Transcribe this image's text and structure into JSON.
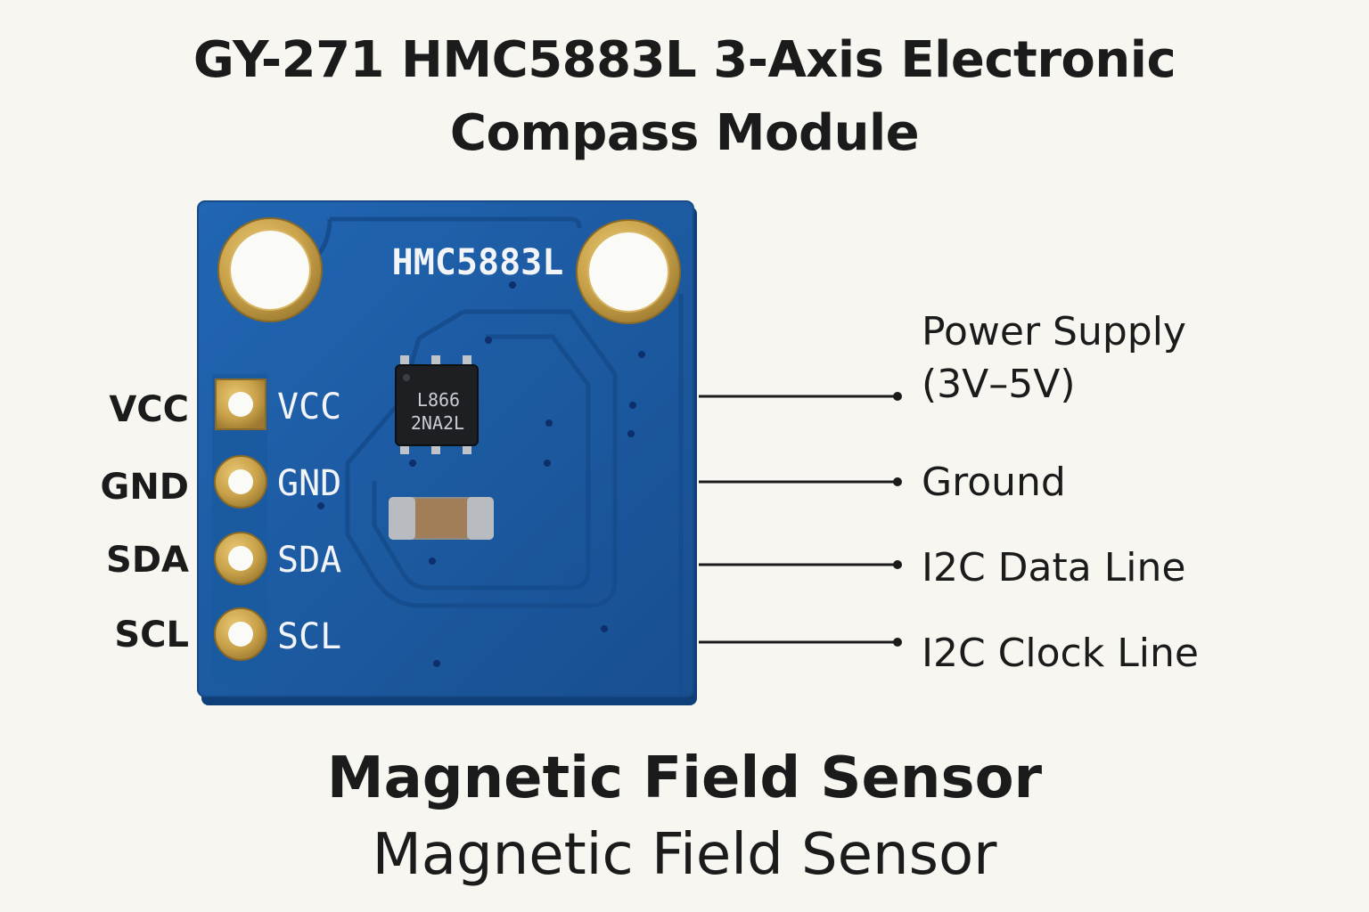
{
  "title": {
    "line1": "GY-271 HMC5883L 3-Axis Electronic",
    "line2": "Compass Module"
  },
  "board": {
    "silkscreen_name": "HMC5883L",
    "chip_marking_line1": "L866",
    "chip_marking_line2": "2NA2L",
    "pcb_color": "#1b5ea8",
    "gold_color": "#c9a24a"
  },
  "pins": [
    {
      "outer_label": "VCC",
      "silk_label": "VCC",
      "description": "Power Supply",
      "description_line2": "(3V–5V)"
    },
    {
      "outer_label": "GND",
      "silk_label": "GND",
      "description": "Ground"
    },
    {
      "outer_label": "SDA",
      "silk_label": "SDA",
      "description": "I2C Data Line"
    },
    {
      "outer_label": "SCL",
      "silk_label": "SCL",
      "description": "I2C Clock Line"
    }
  ],
  "footer": {
    "bold": "Magnetic Field Sensor",
    "regular": "Magnetic Field Sensor"
  }
}
